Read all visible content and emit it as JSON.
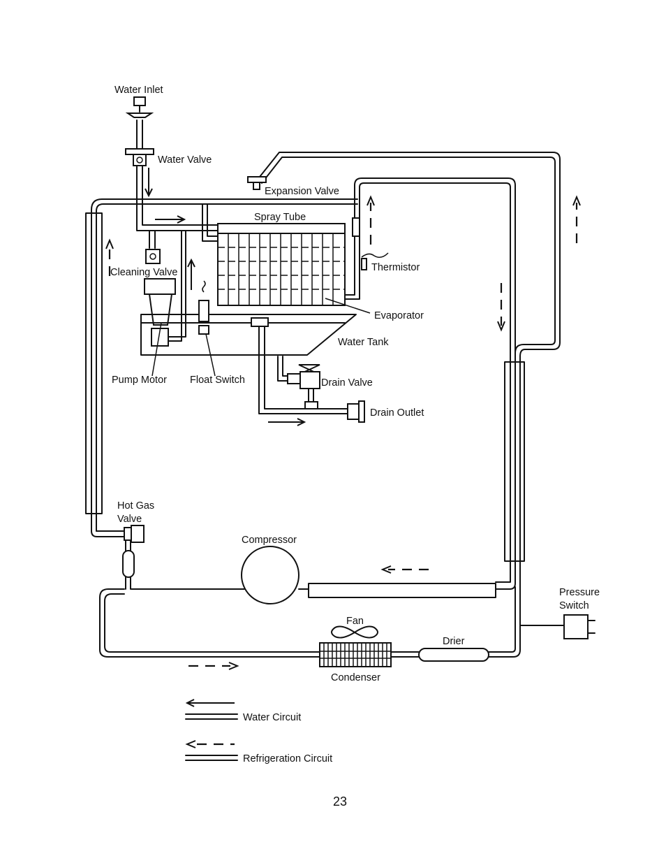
{
  "labels": {
    "water_inlet": "Water Inlet",
    "water_valve": "Water Valve",
    "expansion_valve": "Expansion Valve",
    "spray_tube": "Spray Tube",
    "cleaning_valve": "Cleaning Valve",
    "thermistor": "Thermistor",
    "evaporator": "Evaporator",
    "water_tank": "Water Tank",
    "pump_motor": "Pump Motor",
    "float_switch": "Float Switch",
    "drain_valve": "Drain Valve",
    "drain_outlet": "Drain Outlet",
    "hot_gas_valve_1": "Hot Gas",
    "hot_gas_valve_2": "Valve",
    "compressor": "Compressor",
    "pressure_switch_1": "Pressure",
    "pressure_switch_2": "Switch",
    "fan": "Fan",
    "drier": "Drier",
    "condenser": "Condenser"
  },
  "legend": {
    "water_circuit": "Water Circuit",
    "refrigeration_circuit": "Refrigeration Circuit"
  },
  "page_number": "23"
}
